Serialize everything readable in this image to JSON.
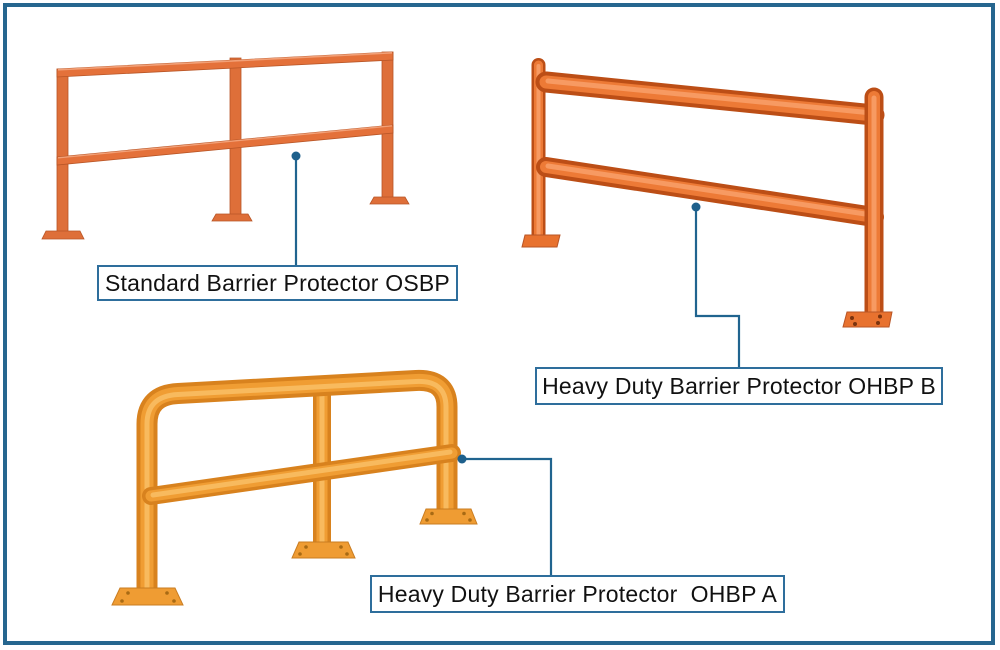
{
  "colors": {
    "frame_border": "#26668F",
    "connector_line": "#20648F",
    "connector_dot": "#1E608C",
    "label_border": "#2E6E9C",
    "label_text": "#111111",
    "barrier_square_orange": "#E4713A",
    "barrier_tube_orange": "#ED7A36",
    "barrier_tube_amber": "#F09D33"
  },
  "callouts": [
    {
      "id": "osbp",
      "label": "Standard Barrier Protector OSBP"
    },
    {
      "id": "ohbp-b",
      "label": "Heavy Duty Barrier Protector OHBP B"
    },
    {
      "id": "ohbp-a",
      "label": "Heavy Duty Barrier Protector  OHBP A"
    }
  ]
}
